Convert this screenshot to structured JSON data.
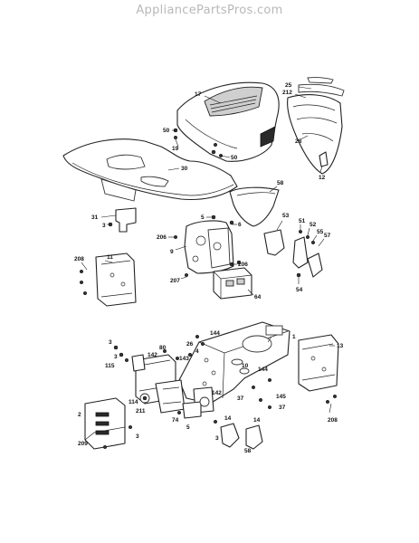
{
  "watermark": "AppliancePartsPros.com",
  "callouts": {
    "c17": "17",
    "c25": "25",
    "c212": "212",
    "c28": "28",
    "c12": "12",
    "c50a": "50",
    "c19": "19",
    "c50b": "50",
    "c30": "30",
    "c58": "58",
    "c31": "31",
    "c3a": "3",
    "c5a": "5",
    "c6": "6",
    "c206a": "206",
    "c9": "9",
    "c206b": "206",
    "c207": "207",
    "c64": "64",
    "c53": "53",
    "c51": "51",
    "c52": "52",
    "c55": "55",
    "c57": "57",
    "c54": "54",
    "c208a": "208",
    "c11": "11",
    "c1": "1",
    "c13": "13",
    "c208b": "208",
    "c3b": "3",
    "c3c": "3",
    "c115": "115",
    "c142a": "142",
    "c80": "80",
    "c143": "143",
    "c26": "26",
    "c144a": "144",
    "c4": "4",
    "c10": "10",
    "c144b": "144",
    "c142b": "142",
    "c37a": "37",
    "c145": "145",
    "c37b": "37",
    "c2": "2",
    "c211": "211",
    "c114": "114",
    "c74": "74",
    "c5b": "5",
    "c14a": "14",
    "c14b": "14",
    "c58b": "58",
    "c3d": "3",
    "c209": "209",
    "c3e": "3"
  }
}
